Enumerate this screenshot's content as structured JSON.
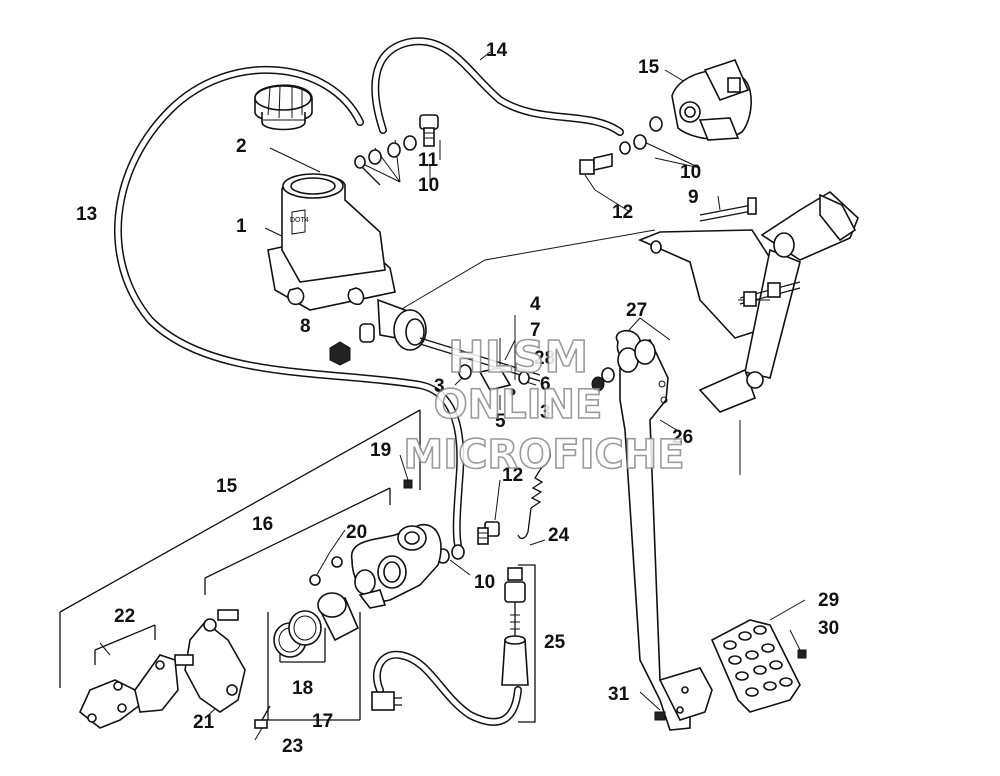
{
  "labels": {
    "p1": "1",
    "p2": "2",
    "p3a": "3",
    "p3b": "3",
    "p4": "4",
    "p5": "5",
    "p6": "6",
    "p7": "7",
    "p8": "8",
    "p9": "9",
    "p10a": "10",
    "p10b": "10",
    "p10c": "10",
    "p11": "11",
    "p12a": "12",
    "p12b": "12",
    "p13": "13",
    "p14": "14",
    "p15a": "15",
    "p15b": "15",
    "p16": "16",
    "p17": "17",
    "p18": "18",
    "p19": "19",
    "p20": "20",
    "p21": "21",
    "p22": "22",
    "p23": "23",
    "p24": "24",
    "p25": "25",
    "p26": "26",
    "p27": "27",
    "p28": "28",
    "p29": "29",
    "p30": "30",
    "p31": "31"
  },
  "watermark": {
    "line1": "HLSM",
    "line2": "ONLINE",
    "line3": "MICROFICHE"
  }
}
